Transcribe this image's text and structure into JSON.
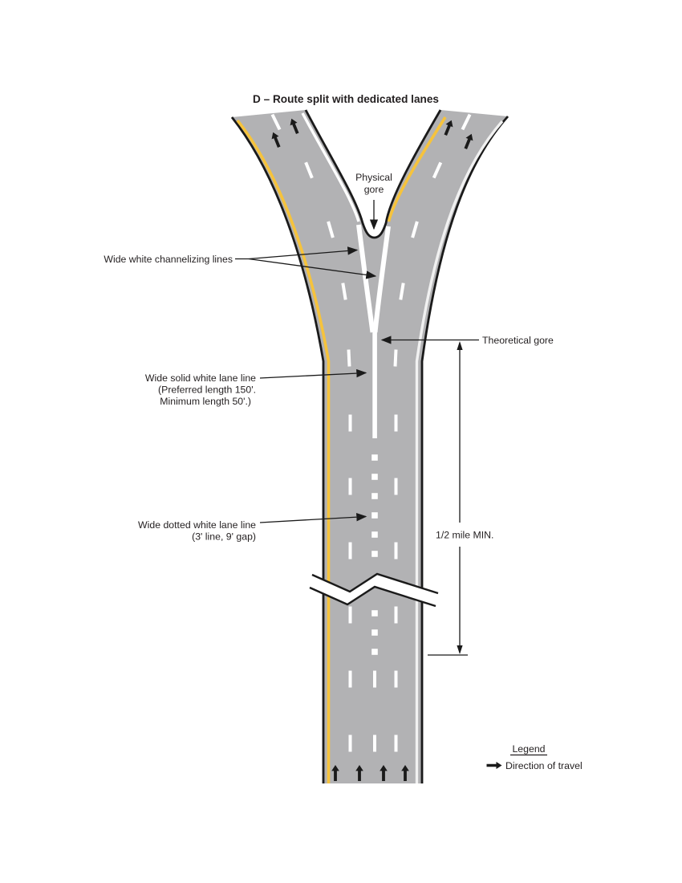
{
  "title": "D – Route split with dedicated lanes",
  "colors": {
    "road_gray": "#b2b2b4",
    "edge_black": "#1a1a1a",
    "yellow_line": "#f6c33c",
    "white_line": "#ffffff",
    "text": "#231f20"
  },
  "labels": {
    "physical_gore": {
      "line1": "Physical",
      "line2": "gore"
    },
    "channelizing": "Wide white channelizing lines",
    "solid_lane": {
      "line1": "Wide solid white lane line",
      "line2": "(Preferred length 150'.",
      "line3": "Minimum length 50'.)"
    },
    "dotted_lane": {
      "line1": "Wide dotted white lane line",
      "line2": "(3' line, 9' gap)"
    },
    "theoretical_gore": "Theoretical gore",
    "distance": "1/2 mile MIN."
  },
  "legend": {
    "title": "Legend",
    "items": [
      {
        "symbol": "direction-arrow",
        "label": "Direction of travel"
      }
    ]
  }
}
